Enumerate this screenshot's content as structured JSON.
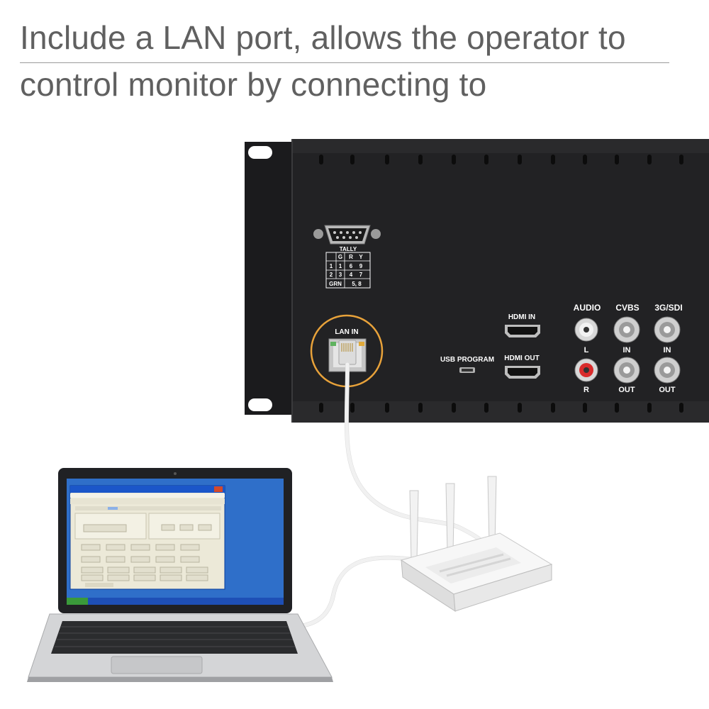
{
  "headline": {
    "line1": "Include a LAN port, allows the operator to",
    "line2": "control monitor by connecting to"
  },
  "panel": {
    "tally": {
      "title": "TALLY",
      "header": [
        "",
        "G",
        "R",
        "Y"
      ],
      "rows": [
        [
          "1",
          "1",
          "6",
          "9"
        ],
        [
          "2",
          "3",
          "4",
          "7"
        ],
        [
          "GRN",
          "5, 8"
        ]
      ]
    },
    "lan_label": "LAN IN",
    "usb_label": "USB PROGRAM",
    "hdmi_in_label": "HDMI IN",
    "hdmi_out_label": "HDMI OUT",
    "audio_label": "AUDIO",
    "cvbs_label": "CVBS",
    "sdi_label": "3G/SDI",
    "audio_l": "L",
    "audio_r": "R",
    "cvbs_in": "IN",
    "cvbs_out": "OUT",
    "sdi_in": "IN",
    "sdi_out": "OUT"
  },
  "colors": {
    "panel": "#1f1f21",
    "highlight_ring": "#e8a23a",
    "headline_text": "#606060",
    "screen_blue": "#2f6fc9",
    "router_body": "#eeeeee"
  }
}
